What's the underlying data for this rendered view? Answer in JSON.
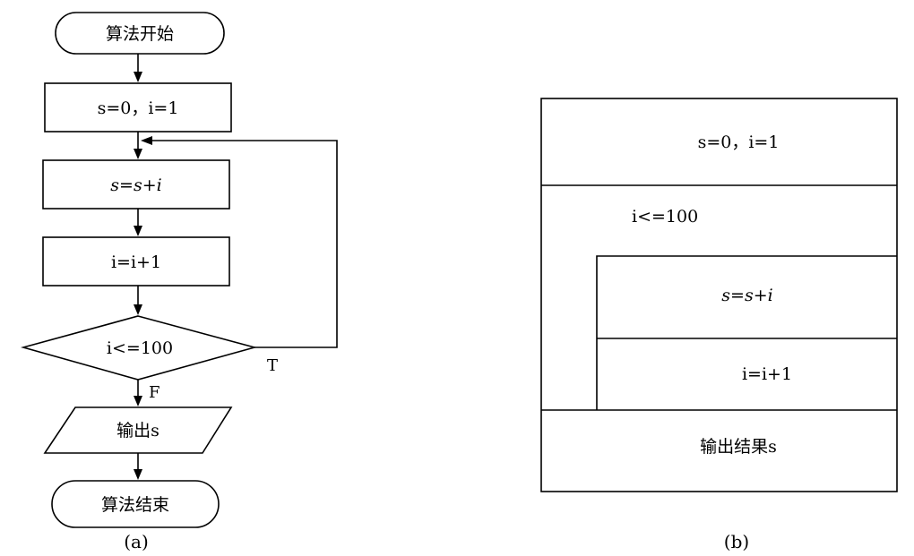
{
  "flowchart_a": {
    "start": "算法开始",
    "init": "s=0，i=1",
    "step_sum": "s=s+i",
    "step_inc": "i=i+1",
    "condition": "i<=100",
    "true_label": "T",
    "false_label": "F",
    "output": "输出s",
    "end": "算法结束",
    "caption": "(a)"
  },
  "ns_diagram_b": {
    "init": "s=0，i=1",
    "loop_condition": "i<=100",
    "loop_sum": "s=s+i",
    "loop_inc": "i=i+1",
    "output": "输出结果s",
    "caption": "(b)"
  }
}
